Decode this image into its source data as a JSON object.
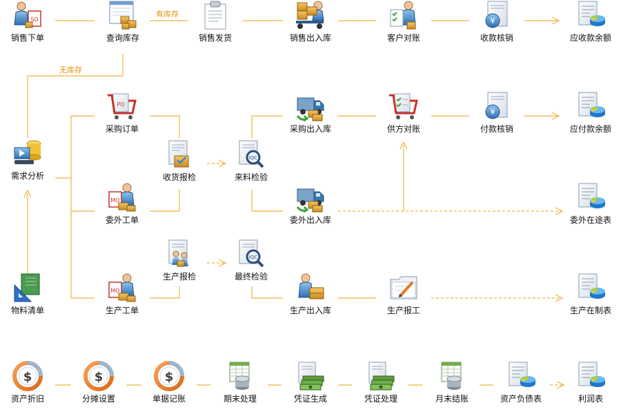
{
  "nodes": {
    "sales_order": "销售下单",
    "query_stock": "查询库存",
    "sales_ship": "销售发货",
    "sales_out": "销售出入库",
    "customer_recon": "客户对账",
    "receipt_verify": "收款核销",
    "ar_balance": "应收款余额",
    "demand_analysis": "需求分析",
    "bom": "物料清单",
    "purchase_order": "采购订单",
    "outsource_order": "委外工单",
    "production_order": "生产工单",
    "receive_inspect": "收货报检",
    "production_inspect": "生产报检",
    "incoming_inspect": "来料检验",
    "final_inspect": "最终检验",
    "purchase_in": "采购出入库",
    "outsource_in": "委外出入库",
    "production_in": "生产出入库",
    "supplier_recon": "供方对账",
    "payment_verify": "付款核销",
    "ap_balance": "应付款余额",
    "outsource_transit": "委外在途表",
    "production_report": "生产报工",
    "wip_report": "生产在制表",
    "asset_depreciation": "资产折旧",
    "allocation_setup": "分摊设置",
    "document_posting": "单据记账",
    "period_end": "期末处理",
    "voucher_generate": "凭证生成",
    "voucher_process": "凭证处理",
    "month_close": "月末结账",
    "balance_sheet": "资产负债表",
    "income_statement": "利润表"
  },
  "edge_labels": {
    "in_stock": "有库存",
    "out_of_stock": "无库存"
  },
  "icons": {
    "sales_order": "person-at-desk-so-icon",
    "query_stock": "window-with-boxes-icon",
    "sales_ship": "clipboard-document-icon",
    "sales_out": "forklift-boxes-icon",
    "customer_recon": "person-with-checklist-icon",
    "receipt_verify": "yen-document-icon",
    "ar_balance": "report-pie-chart-icon",
    "demand_analysis": "database-monitor-icon",
    "bom": "green-book-ruler-icon",
    "purchase_order": "po-shopping-cart-icon",
    "outsource_order": "people-mo-document-icon",
    "production_order": "people-mo-document-icon",
    "receive_inspect": "document-box-icon",
    "production_inspect": "document-people-icon",
    "incoming_inspect": "document-magnifier-icon",
    "final_inspect": "document-magnifier-icon",
    "purchase_in": "delivery-truck-icon",
    "outsource_in": "delivery-truck-icon",
    "production_in": "person-with-box-icon",
    "supplier_recon": "checklist-cart-icon",
    "payment_verify": "yen-document-icon",
    "ap_balance": "report-pie-chart-icon",
    "outsource_transit": "report-pie-chart-icon",
    "production_report": "folder-pen-icon",
    "wip_report": "report-pie-chart-icon",
    "asset_depreciation": "dollar-ring-icon",
    "allocation_setup": "dollar-ring-icon",
    "document_posting": "dollar-ring-icon",
    "period_end": "spreadsheet-database-icon",
    "voucher_generate": "cash-stack-icon",
    "voucher_process": "cash-stack-icon",
    "month_close": "spreadsheet-database-icon",
    "balance_sheet": "report-pie-chart-icon",
    "income_statement": "report-pie-chart-icon"
  },
  "colors": {
    "connector": "#f2b23a",
    "edge_label": "#e8900c"
  }
}
